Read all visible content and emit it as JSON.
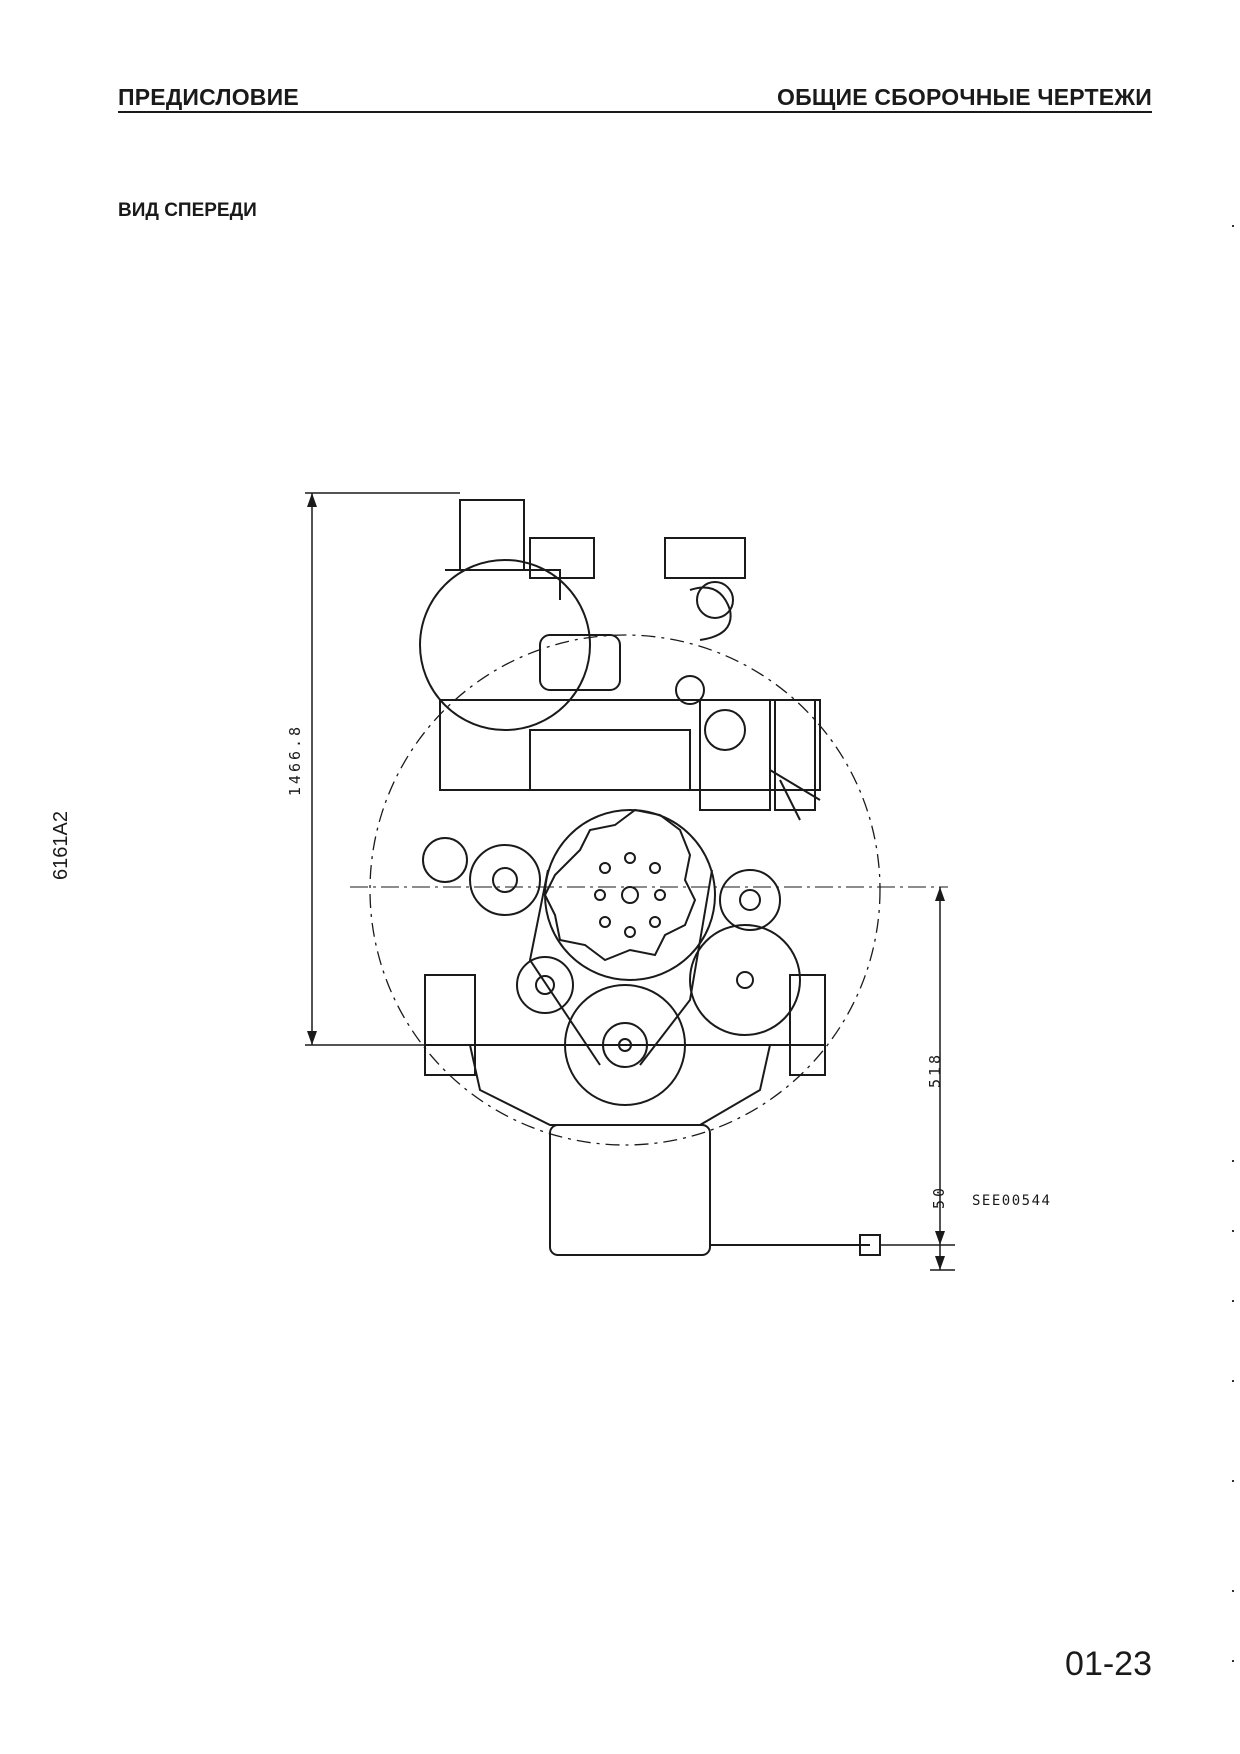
{
  "header": {
    "left_title": "ПРЕДИСЛОВИЕ",
    "right_title": "ОБЩИЕ СБОРОЧНЫЕ ЧЕРТЕЖИ"
  },
  "section": {
    "title": "ВИД СПЕРЕДИ"
  },
  "side_code": "6161A2",
  "drawing": {
    "dimension_overall_height": "1466.8",
    "dimension_crank_to_base": "518",
    "dimension_base_offset": "50",
    "drawing_code": "SEE00544"
  },
  "footer": {
    "page_number": "01-23"
  }
}
